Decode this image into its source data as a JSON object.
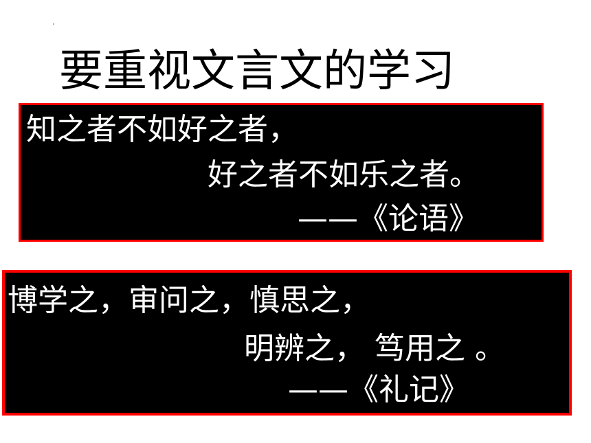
{
  "title": "要重视文言文的学习",
  "quotes": [
    {
      "line1": "知之者不如好之者，",
      "line2": "好之者不如乐之者。",
      "source": "——《论语》"
    },
    {
      "line1": "博学之，审问之，慎思之，",
      "line2": "明辨之， 笃用之 。",
      "source": "——《礼记》"
    }
  ],
  "colors": {
    "background": "#ffffff",
    "box_fill": "#000000",
    "box_border": "#ff0000",
    "quote_text": "#ffffff",
    "title_text": "#000000"
  }
}
